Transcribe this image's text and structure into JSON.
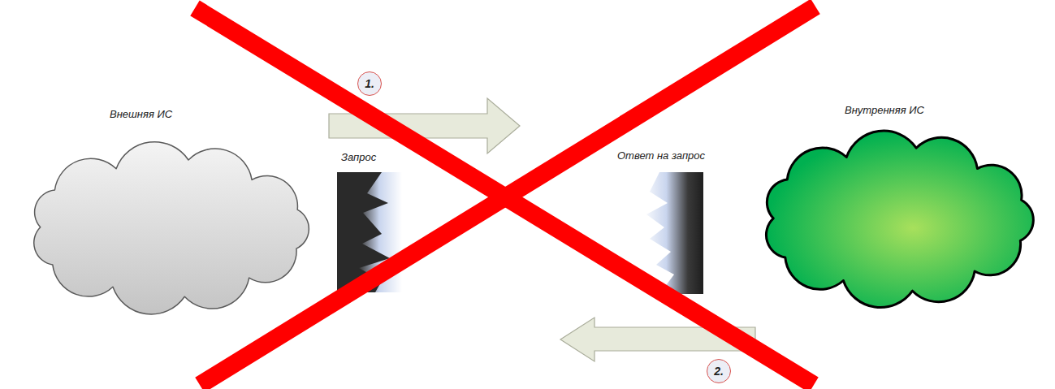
{
  "diagram": {
    "nodes": [
      {
        "text": [
          "Внешняя ИС"
        ]
      },
      {
        "text": [
          "1."
        ]
      },
      {
        "text": [
          "Внутренняя ИС"
        ]
      },
      {
        "text": [
          "2."
        ]
      }
    ],
    "labels": [
      "Запрос",
      "Ответ на запрос"
    ]
  }
}
